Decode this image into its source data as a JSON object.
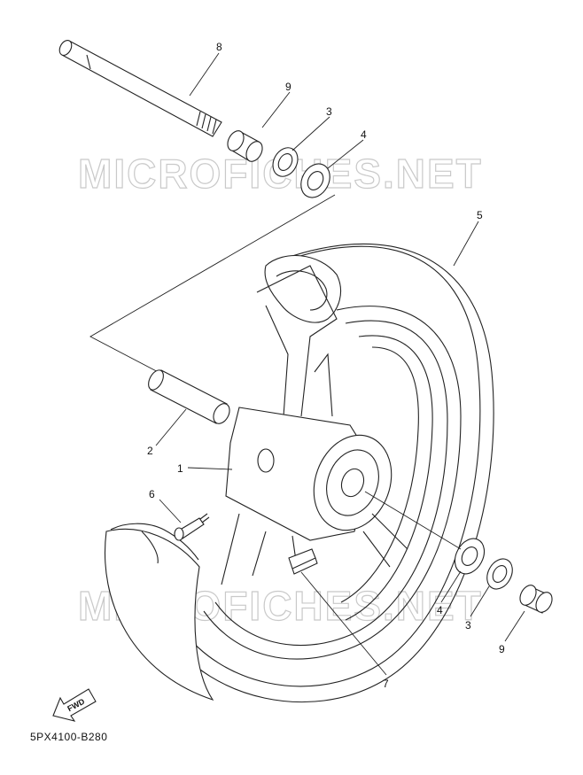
{
  "watermark": "MICROFICHES.NET",
  "diagram_code": "5PX4100-B280",
  "fwd_label": "FWD",
  "callouts": {
    "c8": "8",
    "c9a": "9",
    "c3a": "3",
    "c4a": "4",
    "c5": "5",
    "c2": "2",
    "c1": "1",
    "c6": "6",
    "c4b": "4",
    "c3b": "3",
    "c9b": "9",
    "c7": "7"
  },
  "colors": {
    "line": "#222222",
    "watermark": "#c9c9c9"
  }
}
